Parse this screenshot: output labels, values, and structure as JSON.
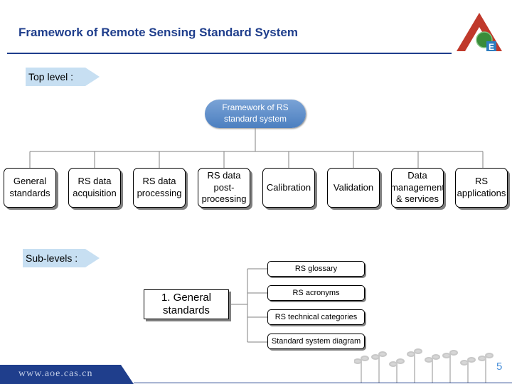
{
  "header": {
    "title": "Framework of Remote Sensing Standard System"
  },
  "labels": {
    "top_level": "Top level :",
    "sub_levels": "Sub-levels :"
  },
  "root": {
    "line1": "Framework of RS",
    "line2": "standard system"
  },
  "categories": [
    {
      "lines": [
        "General",
        "standards"
      ]
    },
    {
      "lines": [
        "RS data",
        "acquisition"
      ]
    },
    {
      "lines": [
        "RS data",
        "processing"
      ]
    },
    {
      "lines": [
        "RS data",
        "post-",
        "processing"
      ]
    },
    {
      "lines": [
        "Calibration"
      ]
    },
    {
      "lines": [
        "Validation"
      ]
    },
    {
      "lines": [
        "Data",
        "management",
        "& services"
      ]
    },
    {
      "lines": [
        "RS",
        "applications"
      ]
    }
  ],
  "sub_root": {
    "line1": "1. General",
    "line2": "standards"
  },
  "sub_items": [
    "RS glossary",
    "RS acronyms",
    "RS technical categories",
    "Standard system diagram"
  ],
  "footer": {
    "url": "www.aoe.cas.cn",
    "page": "5"
  },
  "logo": {
    "letter": "E"
  },
  "colors": {
    "title": "#1f3e8c",
    "arrow": "#c7dff2",
    "root_fill": "#5b8bc9",
    "accent_red": "#c0392b",
    "page_number": "#4a90d9"
  }
}
